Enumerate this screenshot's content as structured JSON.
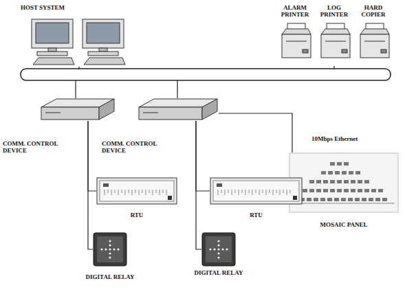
{
  "diagram": {
    "nodes": [
      {
        "text": [
          "HOST SYSTEM"
        ]
      },
      {
        "text": [
          "ALARM PRINTER",
          "LOG PRINTER",
          "HARD COPIER"
        ]
      },
      {
        "text": [
          "COMM. CONTROL DEVICE"
        ]
      },
      {
        "text": [
          "COMM. CONTROL DEVICE"
        ]
      },
      {
        "text": [
          "MOSAIC PANEL"
        ]
      },
      {
        "text": [
          "RTU"
        ]
      },
      {
        "text": [
          "RTU"
        ]
      },
      {
        "text": [
          "DIGITAL RELAY"
        ]
      },
      {
        "text": [
          "DIGITAL RELAY"
        ]
      }
    ],
    "edges": [
      {
        "from": 2,
        "to": 5,
        "arrow": "none"
      },
      {
        "from": 2,
        "to": 7,
        "arrow": "none"
      },
      {
        "from": 3,
        "to": 4,
        "arrow": "none"
      },
      {
        "from": 3,
        "to": 6,
        "arrow": "none"
      },
      {
        "from": 3,
        "to": 8,
        "arrow": "none"
      }
    ],
    "labels": [
      "10Mbps Ethernet"
    ]
  }
}
